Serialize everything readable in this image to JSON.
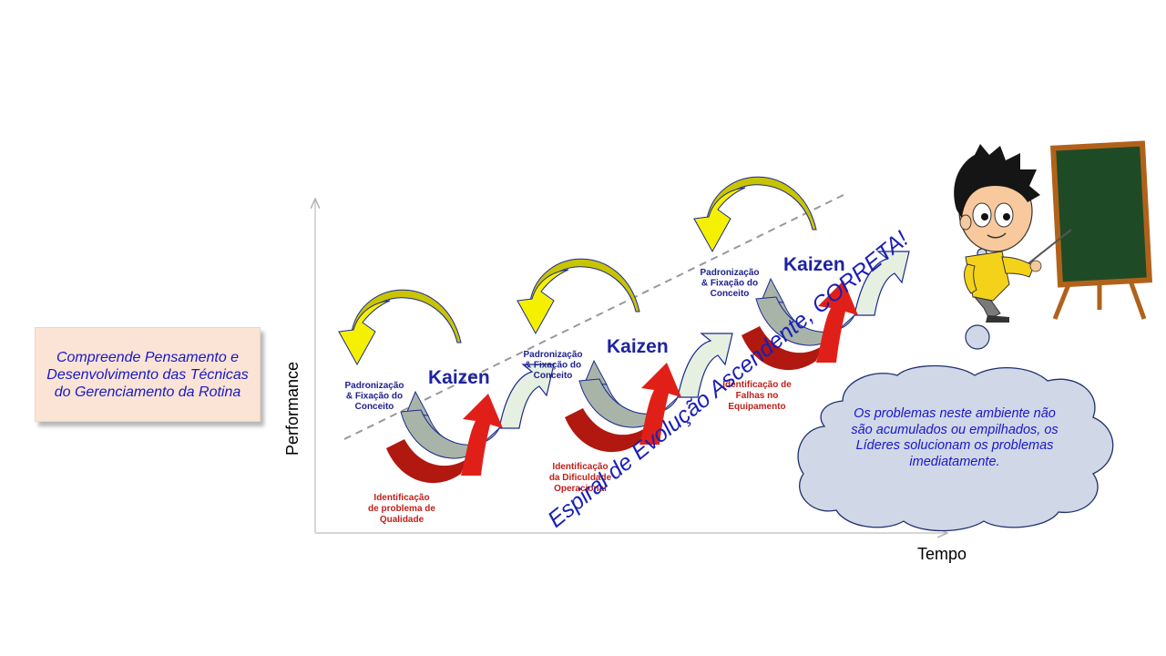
{
  "box_text": "Compreende Pensamento e Desenvolvimento das Técnicas do Gerenciamento da Rotina",
  "y_axis_label": "Performance",
  "x_axis_label": "Tempo",
  "spiral_label": "Espiral de Evolução Ascendente, CORRETA!",
  "kaizen_label": "Kaizen",
  "stages": [
    {
      "standardize": [
        "Padronização",
        "& Fixação do",
        "Conceito"
      ],
      "problem": [
        "Identificação",
        "de problema de",
        "Qualidade"
      ]
    },
    {
      "standardize": [
        "Padronização",
        "& Fixação do",
        "Conceito"
      ],
      "problem": [
        "Identificação",
        "da Dificuldade",
        "Operacional"
      ]
    },
    {
      "standardize": [
        "Padronização",
        "& Fixação do",
        "Conceito"
      ],
      "problem": [
        "Identificação de",
        "Falhas no",
        "Equipamento"
      ]
    }
  ],
  "cloud_text": "Os problemas neste ambiente não são acumulados ou empilhados, os Líderes solucionam os problemas imediatamente.",
  "colors": {
    "red_arrow": "#e02018",
    "dark_red": "#b01810",
    "gray_band": "#a8b4a8",
    "light_green": "#e6f0e0",
    "yellow": "#f5f000",
    "olive": "#c8c400",
    "arrow_outline": "#1c2a90",
    "cloud_fill": "#d0d7e6",
    "board": "#1f4a26",
    "easel": "#b0621a"
  }
}
